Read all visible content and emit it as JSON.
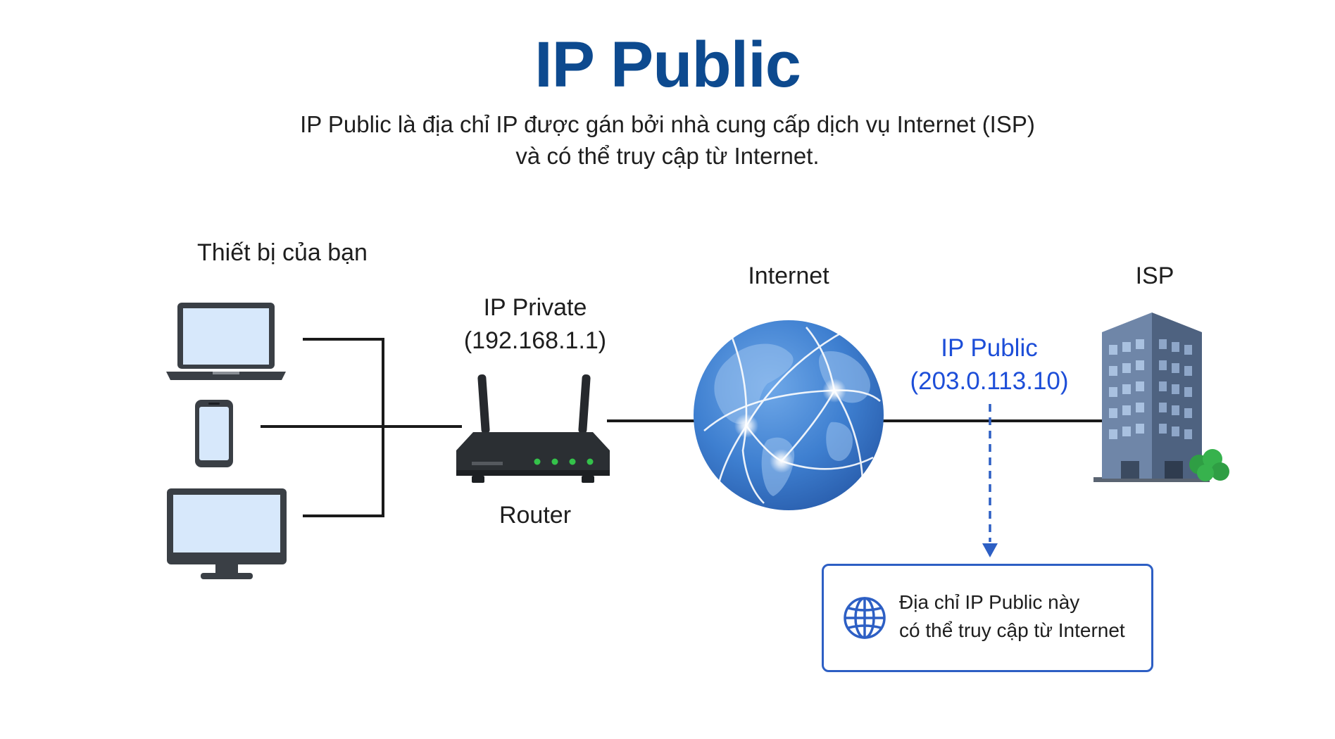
{
  "title": "IP Public",
  "description": {
    "line1": "IP Public là địa chỉ IP được gán bởi nhà cung cấp dịch vụ Internet (ISP)",
    "line2": "và có thể truy cập từ Internet."
  },
  "devices": {
    "label": "Thiết bị của bạn",
    "items": [
      "laptop-icon",
      "smartphone-icon",
      "desktop-monitor-icon"
    ]
  },
  "router": {
    "ip_label": "IP Private",
    "ip_value": "(192.168.1.1)",
    "label": "Router"
  },
  "internet": {
    "label": "Internet"
  },
  "public_ip": {
    "label": "IP Public",
    "value": "(203.0.113.10)"
  },
  "isp": {
    "label": "ISP"
  },
  "note": {
    "line1": "Địa chỉ IP Public này",
    "line2": "có thể truy cập từ Internet"
  },
  "colors": {
    "title": "#0d4a8f",
    "public_ip": "#1d4ed8",
    "note_border": "#2d5fc4",
    "globe": "#3e7fd0",
    "device_screen": "#d7e8fb",
    "device_body": "#3a3f45",
    "router_led": "#34c24a"
  }
}
